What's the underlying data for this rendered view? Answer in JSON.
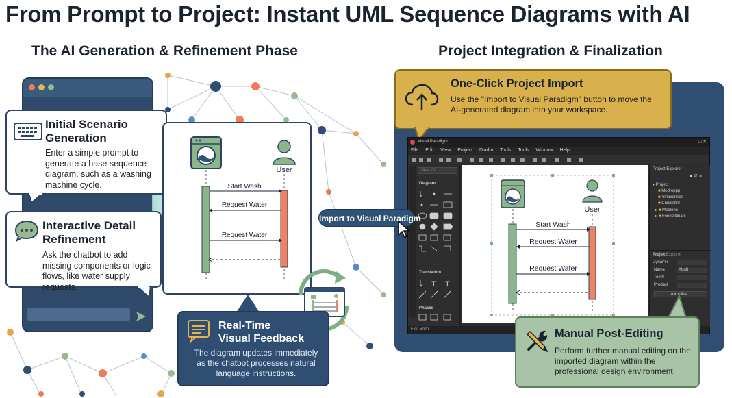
{
  "title": "From Prompt to Project: Instant UML Sequence Diagrams with AI",
  "left_section": {
    "heading": "The AI Generation & Refinement Phase",
    "card_initial": {
      "title_line1": "Initial Scenario",
      "title_line2": "Generation",
      "text": "Enter a simple prompt to generate a base sequence diagram, such as a washing machine cycle."
    },
    "card_refine": {
      "title_line1": "Interactive Detail",
      "title_line2": "Refinement",
      "text": "Ask the chatbot to add missing components or logic flows, like water supply requests."
    },
    "feedback": {
      "title_line1": "Real-Time",
      "title_line2": "Visual Feedback",
      "text": "The diagram updates immediately as the chatbot processes natural language instructions."
    },
    "import_button": "Import to Visual Paradigm"
  },
  "diagram": {
    "participant_user": "User",
    "messages": [
      "Start Wash",
      "Request Water",
      "Request Water"
    ],
    "mini_labels": [
      "Start Wash",
      "Request Water",
      "Request Water"
    ]
  },
  "right_section": {
    "heading": "Project Integration & Finalization",
    "import_card": {
      "title": "One-Click Project Import",
      "text": "Use the \"Import to Visual Paradigm\" button to move the AI-generated diagram into your workspace."
    },
    "manual_card": {
      "title": "Manual Post-Editing",
      "text": "Perform further manual editing on the imported diagram within the professional design environment."
    }
  },
  "vp_app": {
    "window_title": "Visual Paradigm",
    "menu": [
      "File",
      "Edit",
      "View",
      "Project",
      "Diadm",
      "Tools",
      "Tools",
      "Window",
      "Help"
    ],
    "search_placeholder": "Sear Ch...",
    "palette_groups": [
      "Diagram",
      "Translation",
      "Phases"
    ],
    "project_explorer_title": "Project Explorer",
    "tree": [
      "Project",
      "Modreppp",
      "Ymaxonnas",
      "Cnnioslter",
      "Moalene",
      "Fennoltitnars"
    ],
    "properties_tabs": [
      "Project",
      "Explorer"
    ],
    "properties_rows": [
      {
        "key": "Dynamic",
        "value": ""
      },
      {
        "key": "Name",
        "value": "Abaft"
      },
      {
        "key": "Teeth",
        "value": ""
      },
      {
        "key": "Product",
        "value": ""
      }
    ],
    "properties_button": "Alkholiss...",
    "status": "Fise Ehn'r",
    "diagram_user": "User",
    "diagram_messages": [
      "Start Wash",
      "Request Water",
      "Request Water"
    ]
  },
  "colors": {
    "navy": "#2f4e72",
    "gold": "#d8b04c",
    "sage": "#a8c4a6",
    "lifeline_green": "#8cb58a",
    "activation_red": "#f08264"
  }
}
